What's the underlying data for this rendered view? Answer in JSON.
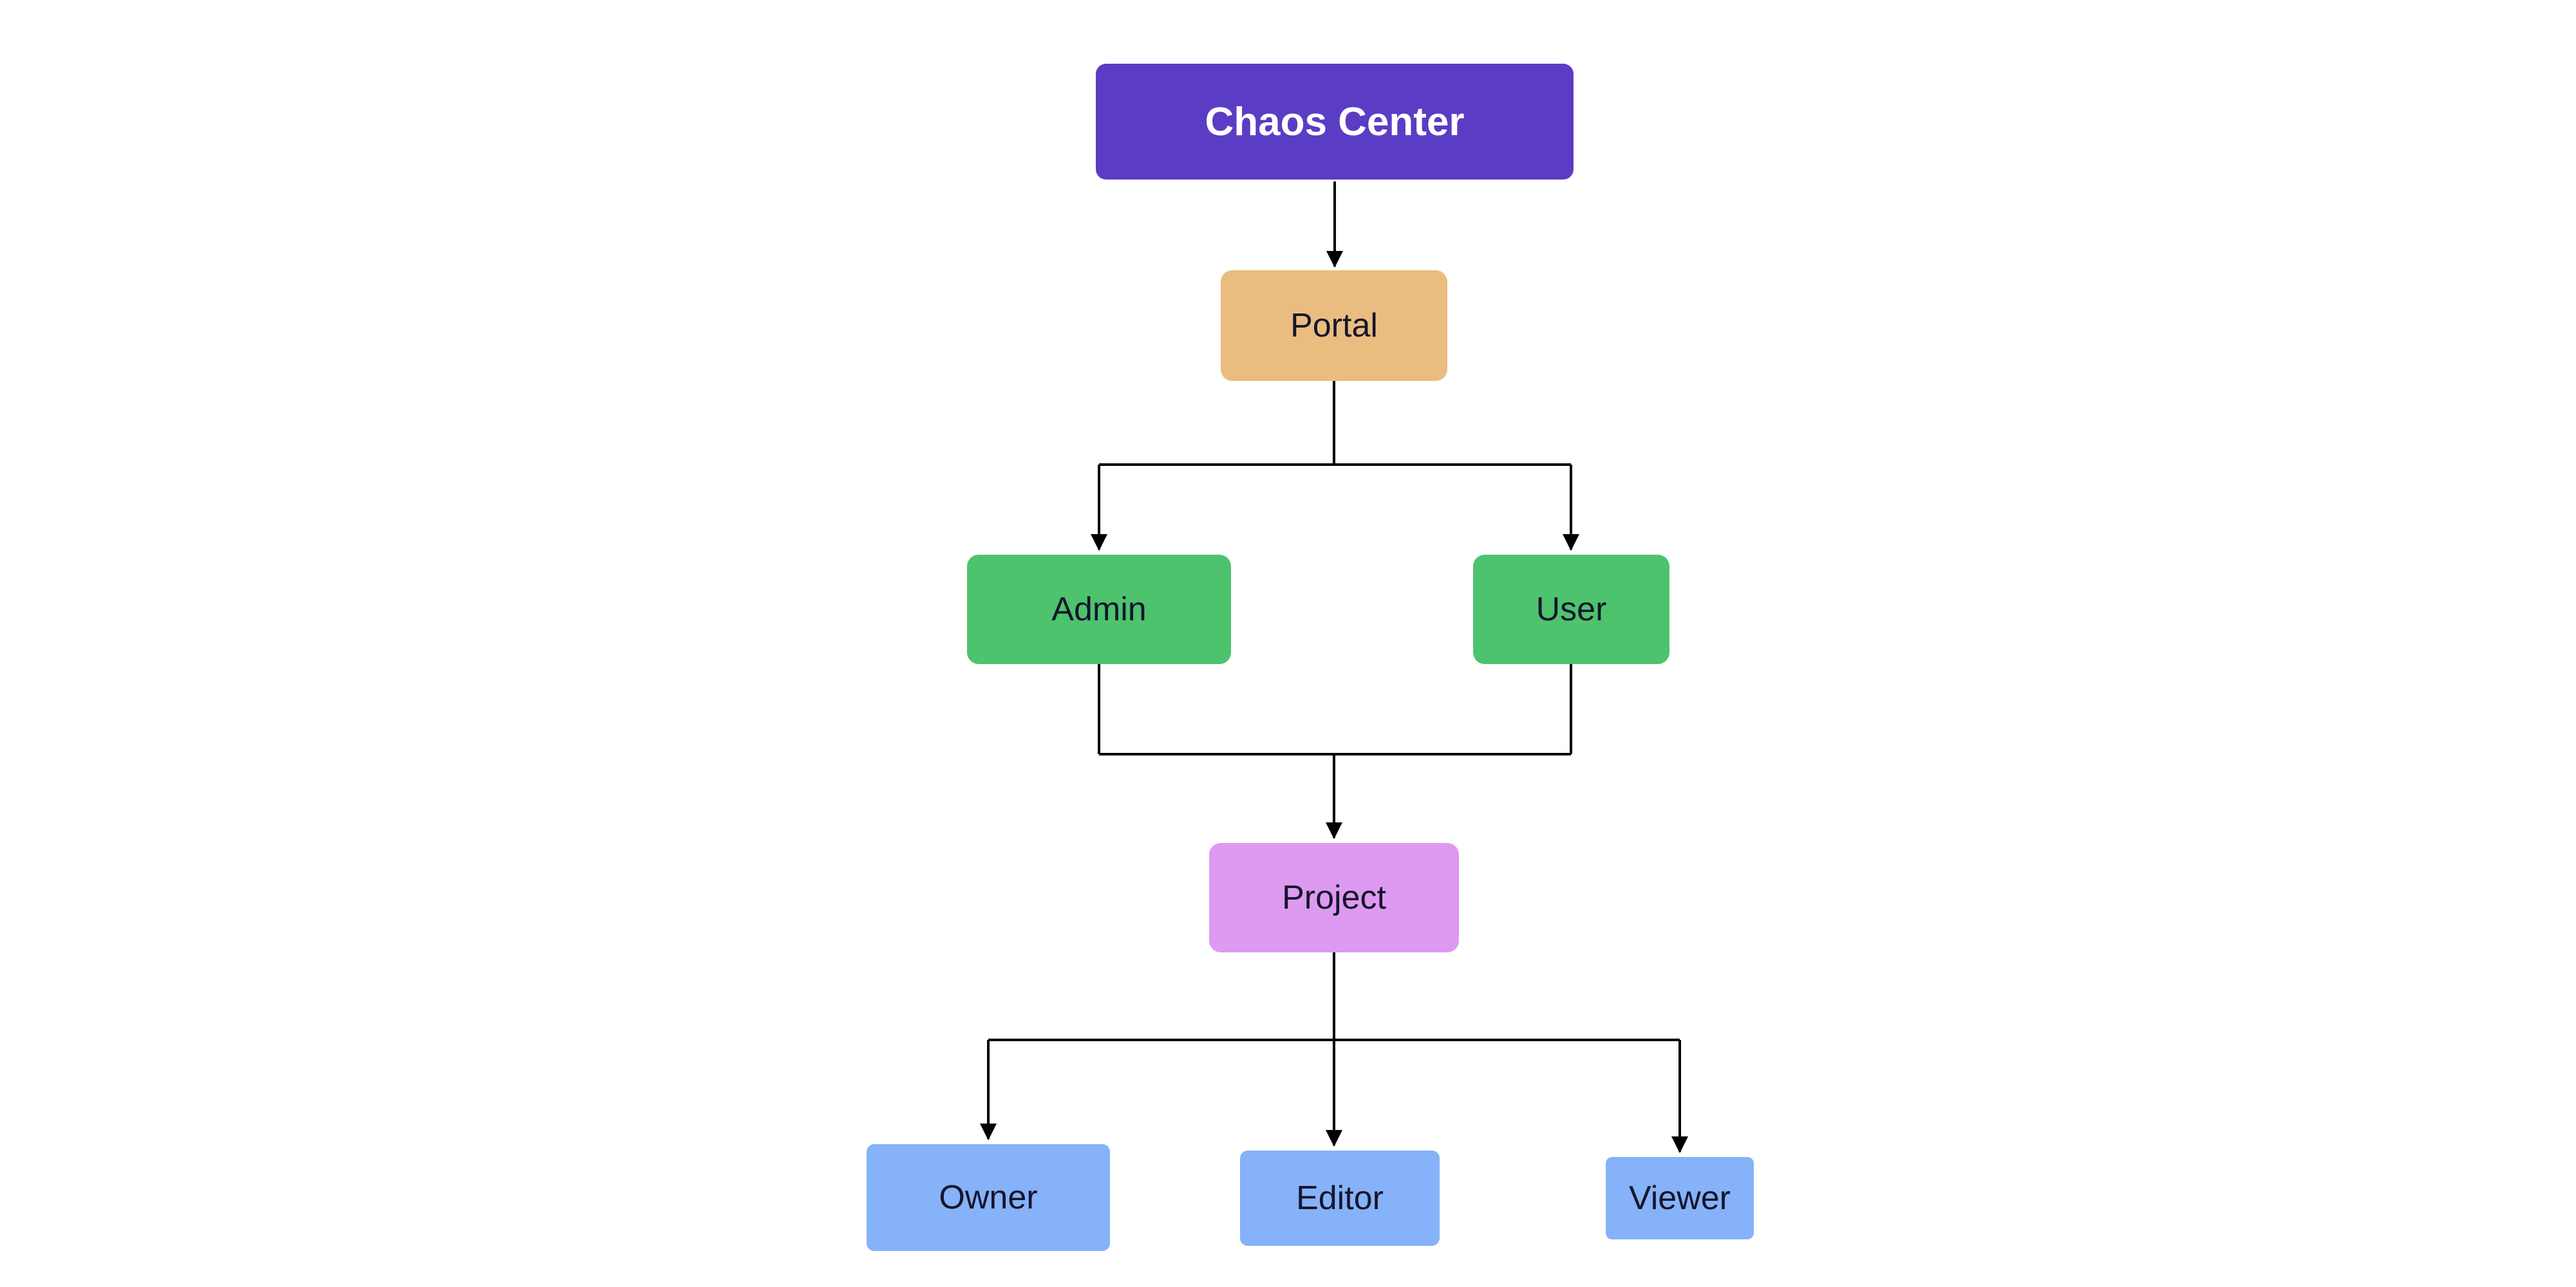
{
  "diagram": {
    "type": "flowchart",
    "direction": "top-down",
    "nodes": {
      "chaos_center": {
        "label": "Chaos Center"
      },
      "portal": {
        "label": "Portal"
      },
      "admin": {
        "label": "Admin"
      },
      "user": {
        "label": "User"
      },
      "project": {
        "label": "Project"
      },
      "owner": {
        "label": "Owner"
      },
      "editor": {
        "label": "Editor"
      },
      "viewer": {
        "label": "Viewer"
      }
    },
    "edges": [
      {
        "from": "chaos_center",
        "to": "portal"
      },
      {
        "from": "portal",
        "to": "admin"
      },
      {
        "from": "portal",
        "to": "user"
      },
      {
        "from": "admin",
        "to": "project"
      },
      {
        "from": "user",
        "to": "project"
      },
      {
        "from": "project",
        "to": "owner"
      },
      {
        "from": "project",
        "to": "editor"
      },
      {
        "from": "project",
        "to": "viewer"
      }
    ],
    "colors": {
      "background": "#ffffff",
      "chaos_center_bg": "#5b3cc4",
      "chaos_center_text": "#ffffff",
      "portal_bg": "#e9bd80",
      "admin_bg": "#4dc36e",
      "user_bg": "#4dc36e",
      "project_bg": "#dd9af0",
      "role_bg": "#85b2f9",
      "node_text": "#15152b",
      "edge_color": "#000000"
    }
  }
}
